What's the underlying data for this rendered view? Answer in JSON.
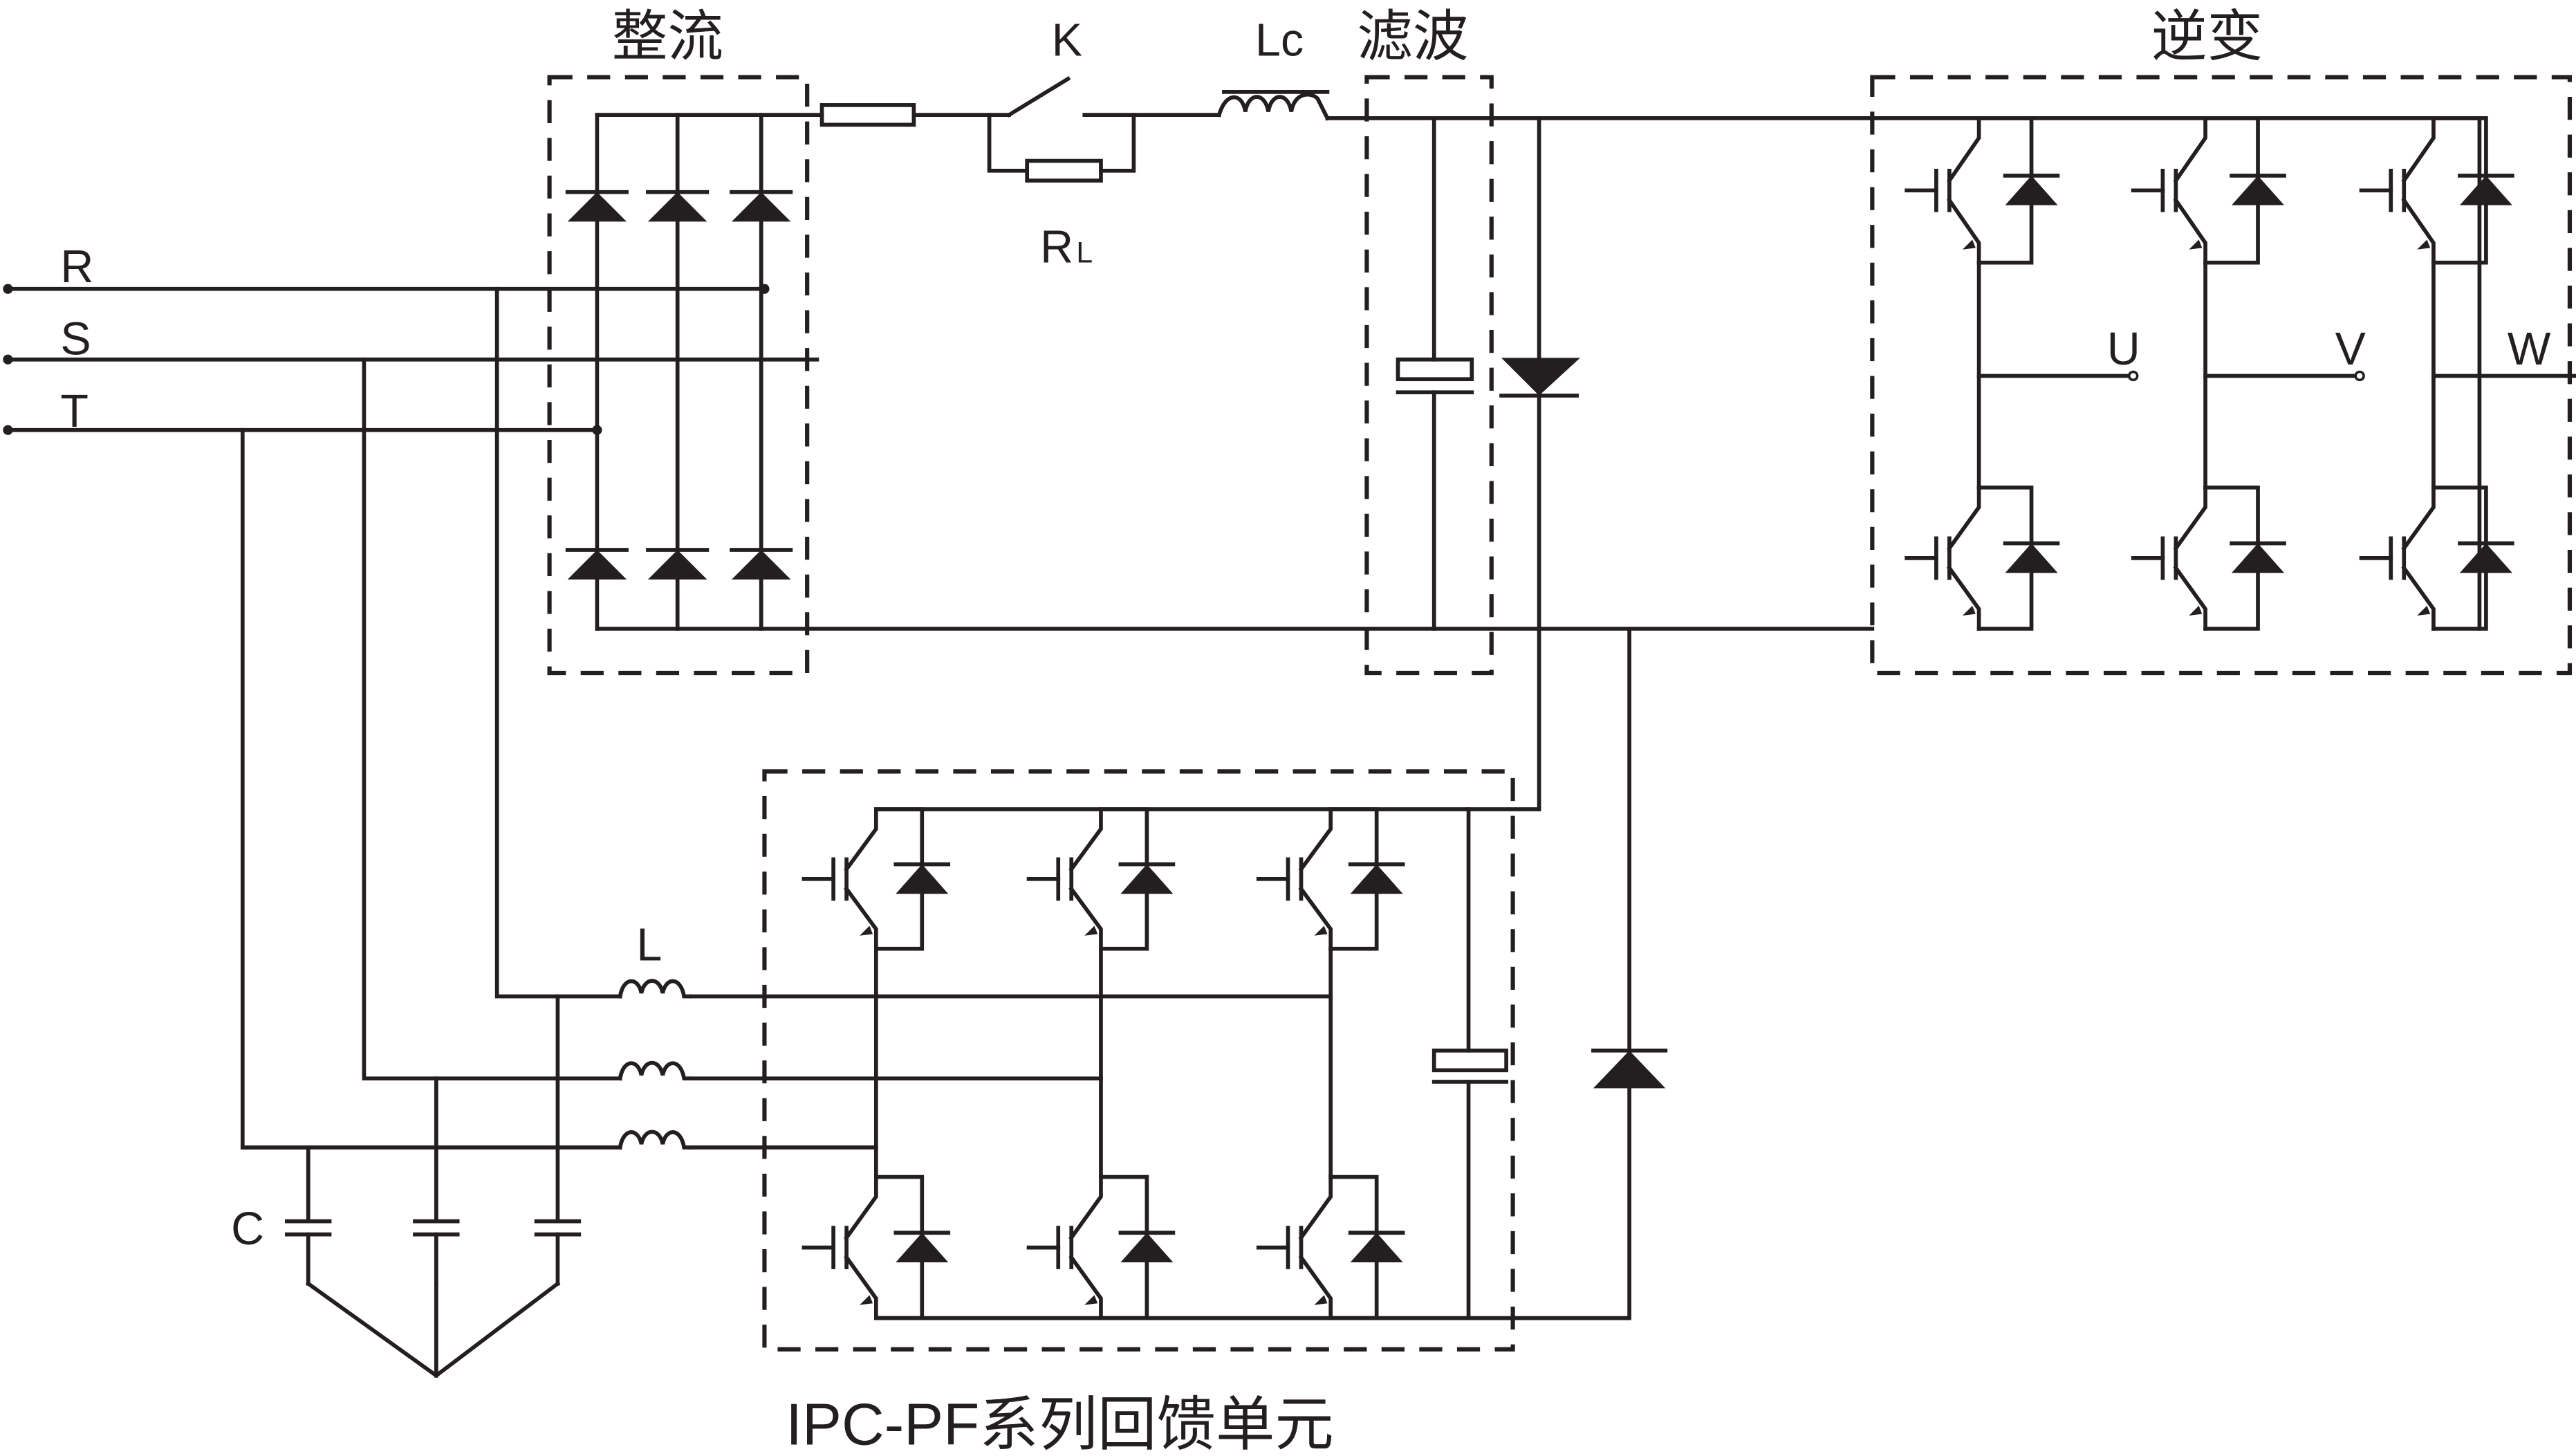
{
  "diagram": {
    "sections": {
      "rectifier": "整流",
      "filter": "滤波",
      "inverter": "逆变",
      "feedback_unit": "IPC-PF系列回馈单元"
    },
    "labels": {
      "phase_r": "R",
      "phase_s": "S",
      "phase_t": "T",
      "switch_k": "K",
      "resistor": "R",
      "resistor_sub": "L",
      "inductor_lc": "Lc",
      "output_u": "U",
      "output_v": "V",
      "output_w": "W",
      "inductor_l": "L",
      "capacitor_c": "C"
    }
  }
}
